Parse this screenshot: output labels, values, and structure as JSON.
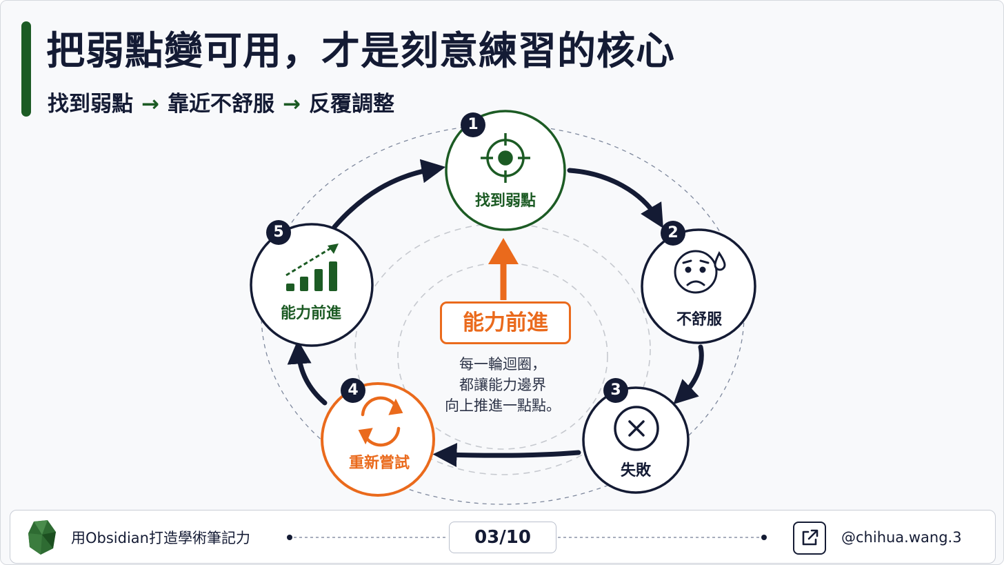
{
  "title": "把弱點變可用，才是刻意練習的核心",
  "subtitle": {
    "steps": [
      "找到弱點",
      "靠近不舒服",
      "反覆調整"
    ],
    "arrow": "→"
  },
  "cycle": {
    "nodes": [
      {
        "number": "1",
        "label": "找到弱點",
        "icon": "target-icon",
        "color": "#1c5b24"
      },
      {
        "number": "2",
        "label": "不舒服",
        "icon": "worried-face-icon",
        "color": "#141b34"
      },
      {
        "number": "3",
        "label": "失敗",
        "icon": "x-circle-icon",
        "color": "#141b34"
      },
      {
        "number": "4",
        "label": "重新嘗試",
        "icon": "refresh-icon",
        "color": "#ea6a1c"
      },
      {
        "number": "5",
        "label": "能力前進",
        "icon": "growth-chart-icon",
        "color": "#1c5b24"
      }
    ]
  },
  "center": {
    "label": "能力前進",
    "note_lines": [
      "每一輪迴圈，",
      "都讓能力邊界",
      "向上推進一點點。"
    ]
  },
  "footer": {
    "series_title": "用Obsidian打造學術筆記力",
    "page": "03/10",
    "handle": "@chihua.wang.3",
    "logo_icon": "obsidian-logo-icon",
    "share_icon": "share-icon"
  },
  "colors": {
    "green": "#1c5b24",
    "navy": "#141b34",
    "orange": "#ea6a1c"
  }
}
